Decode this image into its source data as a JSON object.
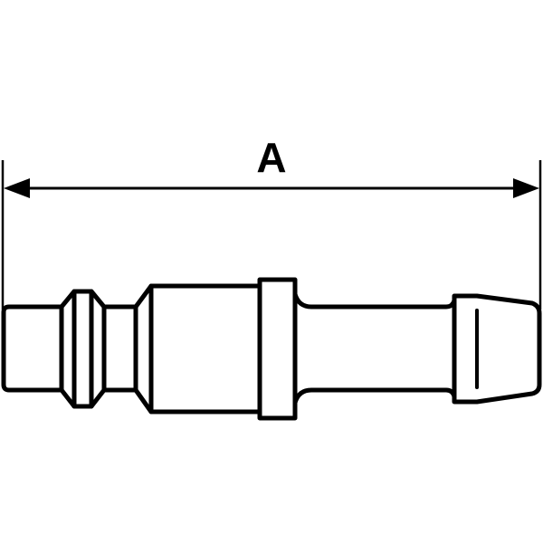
{
  "drawing": {
    "subject": "hose connector plug with barbed tail",
    "dimension": {
      "label": "A",
      "description": "overall length"
    },
    "colors": {
      "line": "#000000",
      "background": "#ffffff"
    }
  }
}
